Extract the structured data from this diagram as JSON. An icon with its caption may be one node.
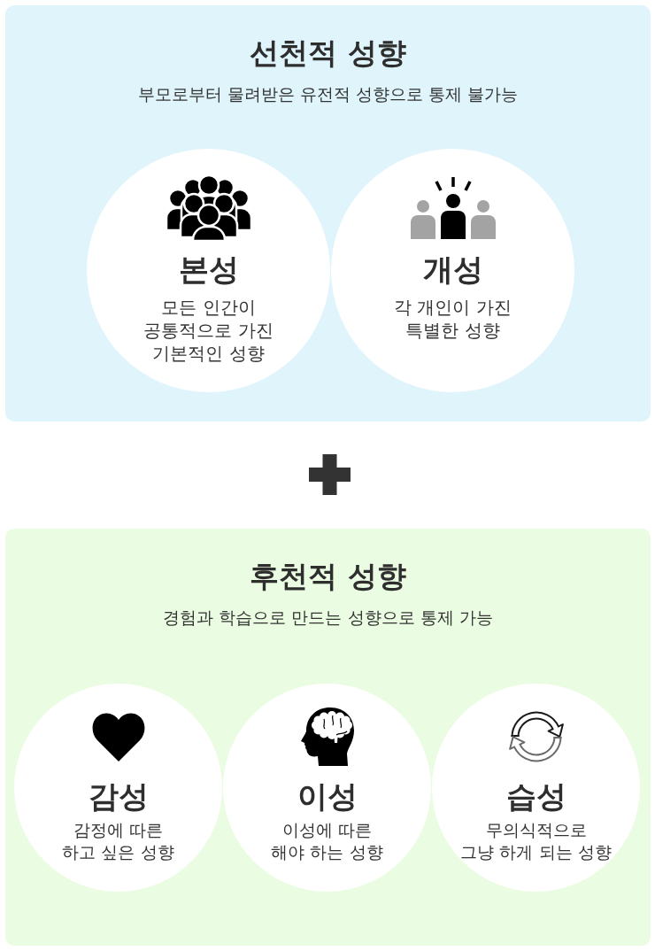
{
  "diagram": {
    "nodes": [
      {
        "text": [
          "선천적 성향",
          "부모로부터 물려받은 유전적 성향으로 통제 불가능"
        ]
      },
      {
        "text": [
          "본성",
          "모든 인간이 공통적으로 가진 기본적인 성향"
        ],
        "in": 0
      },
      {
        "text": [
          "개성",
          "각 개인이 가진 특별한 성향"
        ],
        "in": 0
      },
      {
        "text": [
          "후천적 성향",
          "경험과 학습으로 만드는 성향으로 통제 가능"
        ]
      },
      {
        "text": [
          "감성",
          "감정에 따른 하고 싶은 성향"
        ],
        "in": 3
      },
      {
        "text": [
          "이성",
          "이성에 따른 해야 하는 성향"
        ],
        "in": 3
      },
      {
        "text": [
          "습성",
          "무의식적으로 그냥 하게 되는 성향"
        ],
        "in": 3
      }
    ]
  }
}
